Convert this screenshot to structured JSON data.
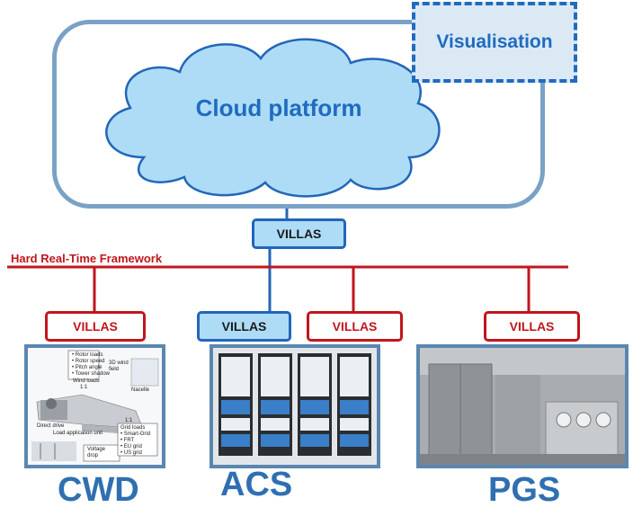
{
  "cloud": {
    "label": "Cloud platform"
  },
  "visualisation": {
    "label": "Visualisation"
  },
  "framework": {
    "label": "Hard Real-Time Framework"
  },
  "villas": {
    "top": "VILLAS",
    "cwd": "VILLAS",
    "acs": "VILLAS",
    "mid": "VILLAS",
    "pgs": "VILLAS"
  },
  "labs": {
    "cwd": "CWD",
    "acs": "ACS",
    "pgs": "PGS"
  },
  "cwd_image_text": {
    "rotor": "• Rotor loads",
    "speed": "• Rotor speed",
    "pitch": "• Pitch angle",
    "tower": "• Tower shadow",
    "wind3d": "3D wind field",
    "windloads": "Wind loads",
    "ratio1": "1:1",
    "nacelle": "Nacelle",
    "direct": "Direct drive",
    "lau": "Load application unit",
    "ratio2": "1:1",
    "grid": "Grid loads",
    "smart": "• Smart-Grid",
    "frt": "• FRT",
    "eu": "• EU grid",
    "us": "• US grid",
    "voltage": "Voltage drop"
  },
  "colors": {
    "blue_line": "#2266b8",
    "red_line": "#c0161e",
    "cloud_fill": "#aedcf7",
    "frame": "#7aa2c6"
  }
}
